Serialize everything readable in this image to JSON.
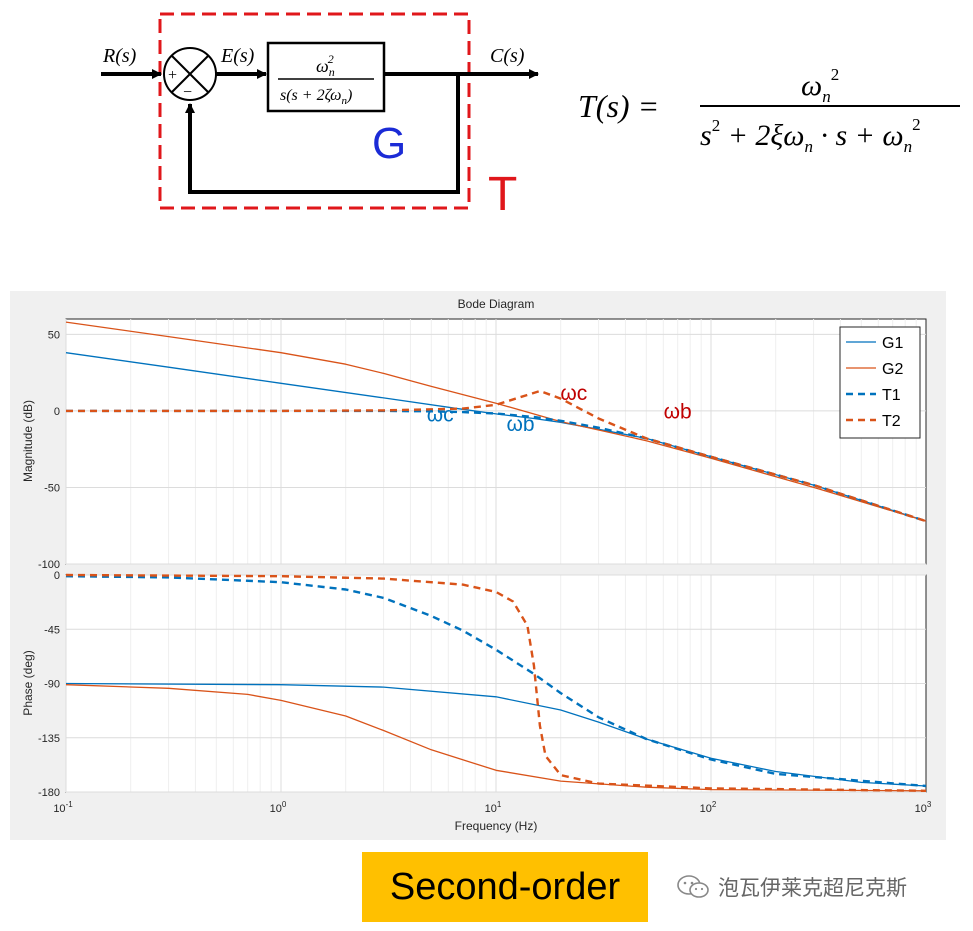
{
  "block_diagram": {
    "input_label": "R(s)",
    "error_label": "E(s)",
    "output_label": "C(s)",
    "plus_sign": "+",
    "minus_sign": "−",
    "g_numerator": "ω",
    "g_numerator_sup": "2",
    "g_numerator_sub": "n",
    "g_denominator": "s(s + 2ζω",
    "g_denominator_sub": "n",
    "g_denominator_tail": ")",
    "g_label": "G",
    "t_label": "T",
    "g_color": "#1b2bd6",
    "t_color": "#e0171b"
  },
  "formula": {
    "lhs": "T(s) =",
    "numerator": "ω",
    "numerator_sub": "n",
    "numerator_sup": "2",
    "denominator_s": "s",
    "denominator_s_sup": "2",
    "denominator_mid": " + 2ξω",
    "denominator_mid_sub": "n",
    "denominator_dot": " · s + ω",
    "denominator_end_sub": "n",
    "denominator_end_sup": "2"
  },
  "chart_data": {
    "type": "line",
    "title": "Bode Diagram",
    "xlabel": "Frequency  (Hz)",
    "x_scale": "log",
    "xlim": [
      0.1,
      1000
    ],
    "x_ticks": [
      {
        "value": 0.1,
        "base": "10",
        "exp": "-1"
      },
      {
        "value": 1,
        "base": "10",
        "exp": "0"
      },
      {
        "value": 10,
        "base": "10",
        "exp": "1"
      },
      {
        "value": 100,
        "base": "10",
        "exp": "2"
      },
      {
        "value": 1000,
        "base": "10",
        "exp": "3"
      }
    ],
    "grid": true,
    "legend": {
      "placement": "top-right",
      "entries": [
        "G1",
        "G2",
        "T1",
        "T2"
      ]
    },
    "colors": {
      "series1": "#0072bd",
      "series2": "#d95319",
      "annot_blue": "#0072bd",
      "annot_red": "#c00000"
    },
    "magnitude": {
      "ylabel": "Magnitude (dB)",
      "ylim": [
        -100,
        60
      ],
      "y_ticks": [
        50,
        0,
        -50,
        -100
      ],
      "series": [
        {
          "name": "G1",
          "style": "solid",
          "color_key": "series1",
          "x": [
            0.1,
            0.3,
            1,
            3,
            7,
            10,
            15,
            20,
            30,
            50,
            100,
            300,
            1000
          ],
          "y": [
            38,
            28.5,
            18,
            8.5,
            1,
            -2,
            -5,
            -7.5,
            -12,
            -18,
            -30,
            -48.5,
            -72
          ]
        },
        {
          "name": "G2",
          "style": "solid",
          "color_key": "series2",
          "x": [
            0.1,
            0.3,
            1,
            2,
            3,
            5,
            10,
            20,
            30,
            50,
            100,
            300,
            1000
          ],
          "y": [
            58,
            48.5,
            38,
            30.5,
            24.5,
            16,
            5,
            -7,
            -12.5,
            -19.5,
            -31,
            -50,
            -72
          ]
        },
        {
          "name": "T1",
          "style": "dashed",
          "color_key": "series1",
          "x": [
            0.1,
            1,
            3,
            5,
            7,
            10,
            15,
            20,
            30,
            50,
            100,
            300,
            1000
          ],
          "y": [
            0,
            0,
            0,
            -0.3,
            -0.8,
            -1.7,
            -4,
            -6.5,
            -11,
            -18,
            -30,
            -48.5,
            -72
          ]
        },
        {
          "name": "T2",
          "style": "dashed",
          "color_key": "series2",
          "x": [
            0.1,
            1,
            3,
            7,
            10,
            13,
            16,
            20,
            30,
            50,
            100,
            300,
            1000
          ],
          "y": [
            0,
            0,
            0.3,
            1.5,
            4,
            9,
            13,
            8,
            -5,
            -18,
            -30,
            -48.5,
            -72
          ]
        }
      ]
    },
    "phase": {
      "ylabel": "Phase (deg)",
      "ylim": [
        -180,
        0
      ],
      "y_ticks": [
        0,
        -45,
        -90,
        -135,
        -180
      ],
      "series": [
        {
          "name": "G1",
          "style": "solid",
          "color_key": "series1",
          "x": [
            0.1,
            1,
            3,
            10,
            20,
            30,
            50,
            100,
            200,
            500,
            1000
          ],
          "y": [
            -90,
            -91,
            -93,
            -101,
            -112,
            -122,
            -136,
            -152,
            -163,
            -172,
            -175
          ]
        },
        {
          "name": "G2",
          "style": "solid",
          "color_key": "series2",
          "x": [
            0.1,
            0.3,
            0.7,
            1,
            2,
            3,
            5,
            10,
            20,
            50,
            100,
            1000
          ],
          "y": [
            -91,
            -94,
            -99,
            -104,
            -117,
            -129,
            -145,
            -162,
            -171,
            -176,
            -178,
            -179
          ]
        },
        {
          "name": "T1",
          "style": "dashed",
          "color_key": "series1",
          "x": [
            0.1,
            0.3,
            1,
            2,
            3,
            5,
            7,
            10,
            15,
            20,
            30,
            50,
            100,
            200,
            1000
          ],
          "y": [
            -1,
            -2,
            -6,
            -12,
            -19,
            -34,
            -46,
            -62,
            -82,
            -98,
            -118,
            -136,
            -153,
            -165,
            -175
          ]
        },
        {
          "name": "T2",
          "style": "dashed",
          "color_key": "series2",
          "x": [
            0.1,
            1,
            3,
            7,
            10,
            12,
            14,
            15,
            16,
            17,
            20,
            30,
            100,
            1000
          ],
          "y": [
            0,
            -1,
            -3,
            -8,
            -14,
            -22,
            -42,
            -75,
            -125,
            -150,
            -166,
            -173,
            -177,
            -179
          ]
        }
      ]
    },
    "annotations": [
      {
        "text": "ωc",
        "color_key": "annot_blue",
        "x": 5.5,
        "y": -7
      },
      {
        "text": "ωb",
        "color_key": "annot_blue",
        "x": 13,
        "y": -13
      },
      {
        "text": "ωc",
        "color_key": "annot_red",
        "x": 23,
        "y": 7
      },
      {
        "text": "ωb",
        "color_key": "annot_red",
        "x": 70,
        "y": -5
      }
    ]
  },
  "label": "Second-order",
  "watermark": "泡瓦伊莱克超尼克斯"
}
